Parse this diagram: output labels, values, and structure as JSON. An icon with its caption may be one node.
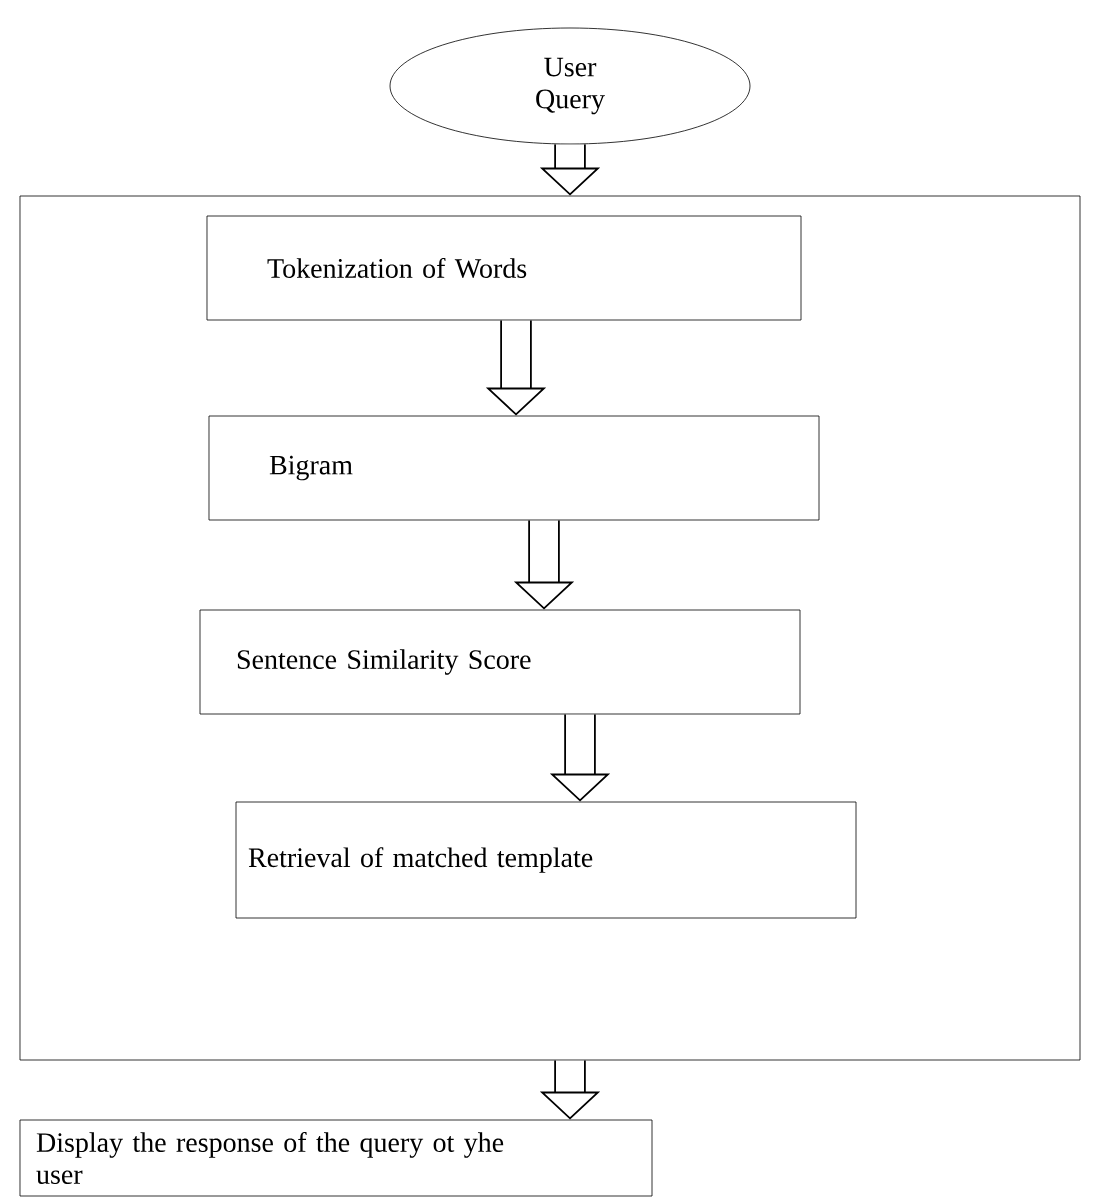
{
  "diagram": {
    "nodes": [
      {
        "text": [
          "User Query"
        ]
      },
      {
        "text": [],
        "shape": "box"
      },
      {
        "text": [
          "Tokenization of Words"
        ],
        "in": 1
      },
      {
        "text": [
          "Bigram"
        ],
        "in": 1
      },
      {
        "text": [
          "Sentence Similarity Score"
        ],
        "in": 1
      },
      {
        "text": [
          "Retrieval of matched template"
        ],
        "in": 1
      },
      {
        "text": [
          "Display the response of the query ot yhe user"
        ]
      }
    ],
    "edges": [
      {
        "from": 0,
        "to": 1,
        "arrow": "to"
      },
      {
        "from": 2,
        "to": 3,
        "arrow": "to"
      },
      {
        "from": 3,
        "to": 4,
        "arrow": "to"
      },
      {
        "from": 4,
        "to": 5,
        "arrow": "to"
      },
      {
        "from": 1,
        "to": 6,
        "arrow": "to"
      }
    ]
  }
}
